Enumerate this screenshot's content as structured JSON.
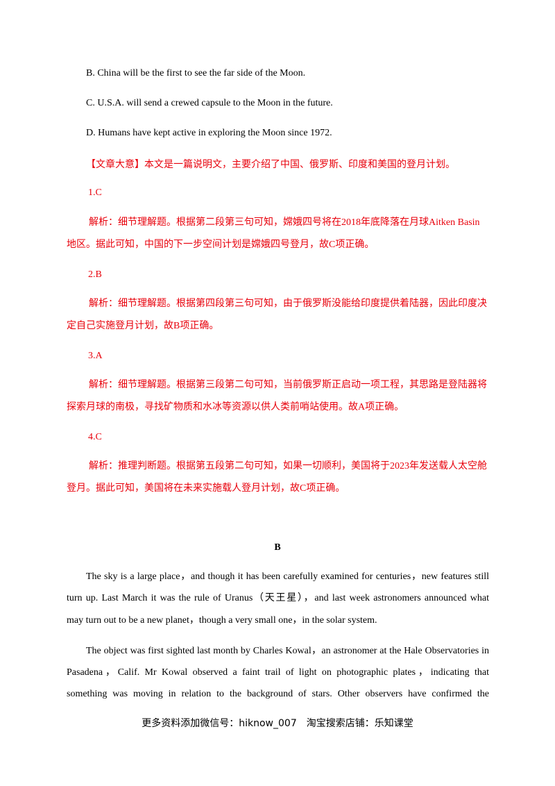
{
  "options": {
    "b": "B. China will be the first to see the far side of the Moon.",
    "c": "C. U.S.A. will send a crewed capsule to the Moon in the future.",
    "d": "D. Humans have kept active in exploring the Moon since 1972."
  },
  "summary": "【文章大意】本文是一篇说明文，主要介绍了中国、俄罗斯、印度和美国的登月计划。",
  "answers": [
    {
      "label": "1.C",
      "line1": "解析：细节理解题。根据第二段第三句可知，嫦娥四号将在2018年底降落在月球Aitken Basin",
      "line2": "地区。据此可知，中国的下一步空间计划是嫦娥四号登月，故C项正确。"
    },
    {
      "label": "2.B",
      "line1": "解析：细节理解题。根据第四段第三句可知，由于俄罗斯没能给印度提供着陆器，因此印度决",
      "line2": "定自己实施登月计划，故B项正确。"
    },
    {
      "label": "3.A",
      "line1": "解析：细节理解题。根据第三段第二句可知，当前俄罗斯正启动一项工程，其思路是登陆器将",
      "line2": "探索月球的南极，寻找矿物质和水冰等资源以供人类前哨站使用。故A项正确。"
    },
    {
      "label": "4.C",
      "line1": "解析：推理判断题。根据第五段第二句可知，如果一切顺利，美国将于2023年发送载人太空舱",
      "line2": "登月。据此可知，美国将在未来实施载人登月计划，故C项正确。"
    }
  ],
  "section_title": "B",
  "passage": {
    "p1": [
      "The sky is a large place，and though it has been carefully examined for centuries，new features still",
      "turn up. Last March it was the rule of Uranus（天王星），and last week astronomers announced what",
      "may turn out to be a new planet，though a very small one，in the solar system."
    ],
    "p2": [
      "The object was first sighted last month by Charles Kowal，an astronomer at the Hale Observatories in",
      "Pasadena，Calif. Mr Kowal observed a faint trail of light on photographic plates，indicating that",
      "something was moving in relation to the background of stars. Other observers have confirmed the"
    ]
  },
  "footer": "更多资料添加微信号：hiknow_007　淘宝搜索店铺：乐知课堂"
}
